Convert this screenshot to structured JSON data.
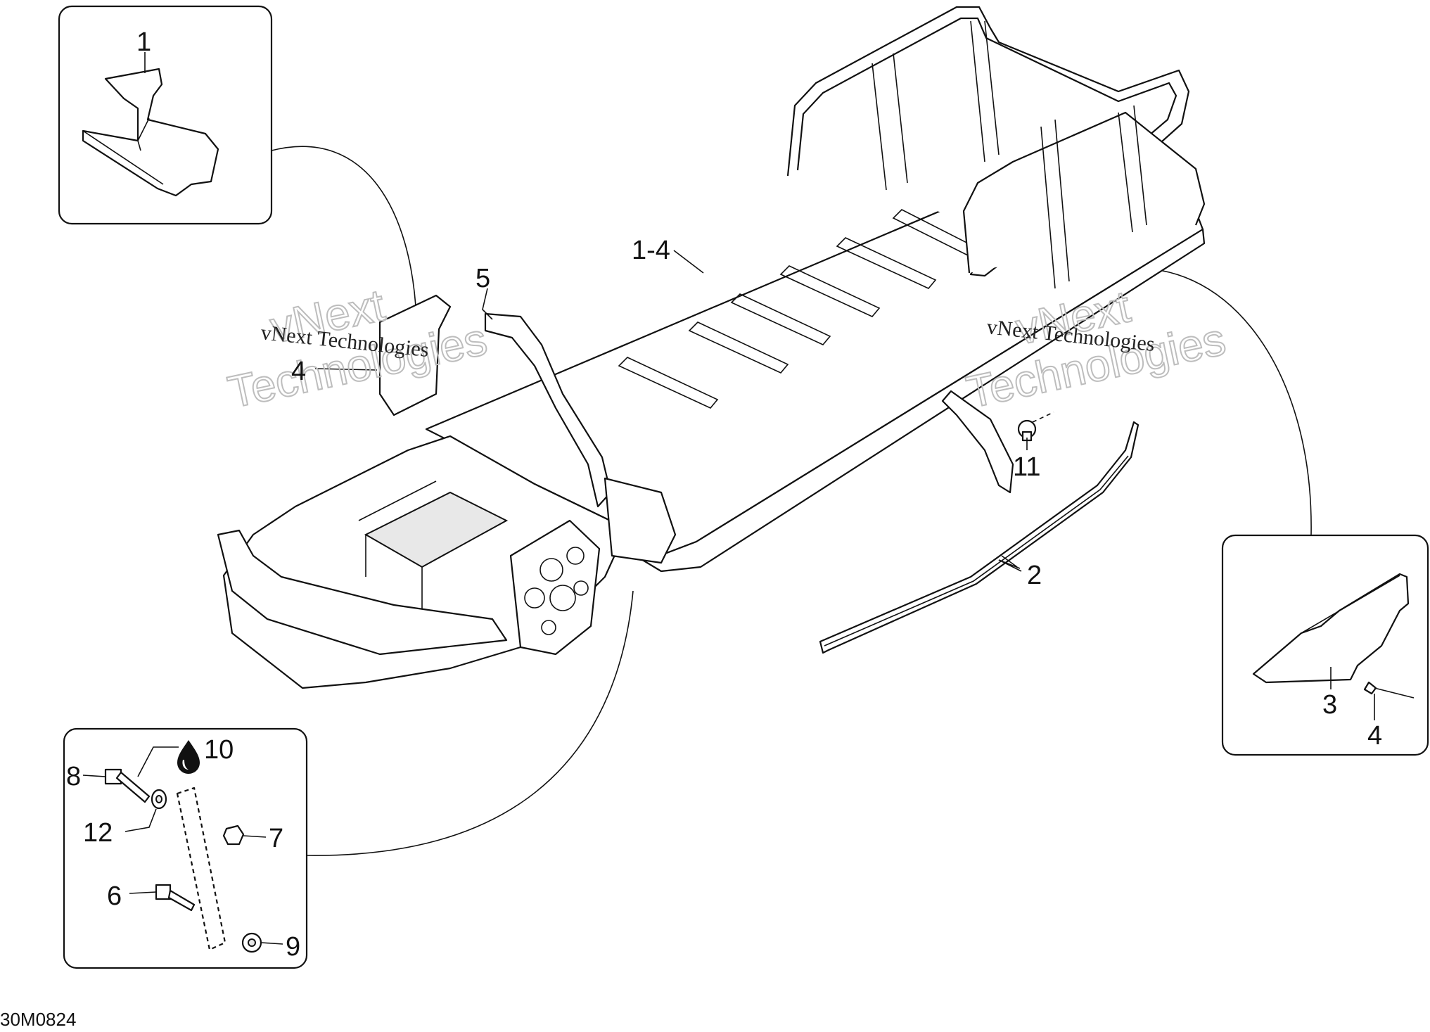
{
  "diagram": {
    "drawing_code": "30M0824",
    "watermark_small": "vNext Technologies",
    "watermark_big_1": "vNext",
    "watermark_big_2": "Technologies",
    "callouts": {
      "p1": "1",
      "p1_4": "1-4",
      "p2": "2",
      "p3": "3",
      "p4_inset": "4",
      "p4_main": "4",
      "p5": "5",
      "p6": "6",
      "p7": "7",
      "p8": "8",
      "p9": "9",
      "p10": "10",
      "p11": "11",
      "p12": "12"
    },
    "icons": {
      "lubricant": "oil-drop-icon"
    }
  }
}
